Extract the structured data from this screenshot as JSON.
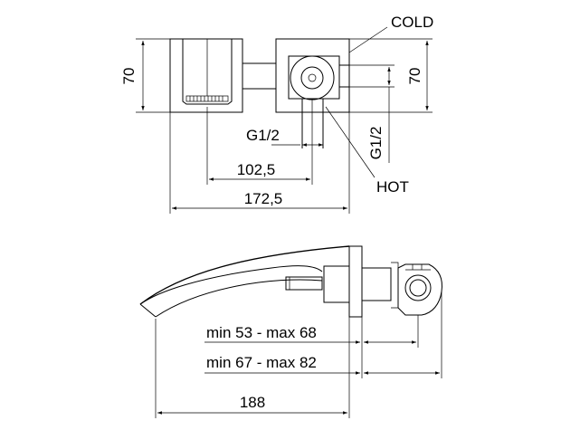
{
  "labels": {
    "dim_height_left": "70",
    "dim_height_right": "70",
    "cold": "COLD",
    "hot": "HOT",
    "thread_horizontal": "G1/2",
    "thread_vertical": "G1/2",
    "dim_102": "102,5",
    "dim_172": "172,5",
    "dim_range_short": "min 53 - max 68",
    "dim_range_long": "min 67 - max 82",
    "dim_188": "188"
  }
}
